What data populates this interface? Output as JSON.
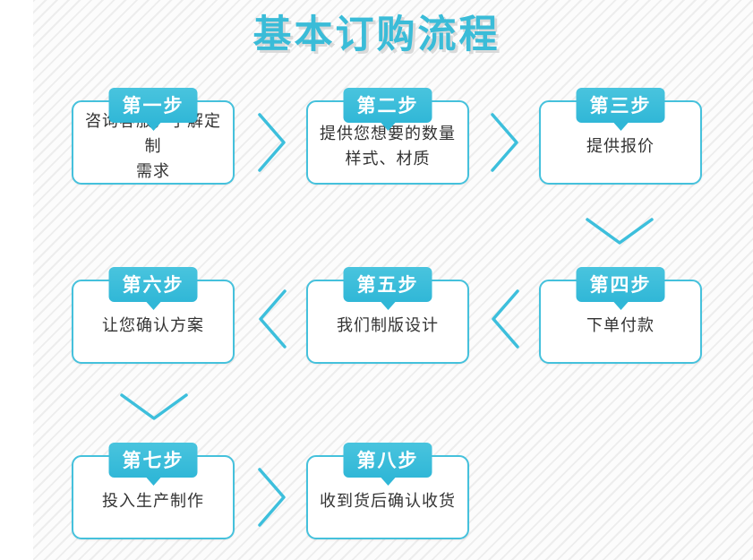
{
  "title": "基本订购流程",
  "colors": {
    "accent": "#3abcd8",
    "badge_top": "#49c4de",
    "badge_bottom": "#30b7d7",
    "box_border": "#45c1dc",
    "text": "#333333",
    "stripe": "#ededed"
  },
  "steps": [
    {
      "label": "第一步",
      "text": "咨询客服，了解定制\n需求"
    },
    {
      "label": "第二步",
      "text": "提供您想要的数量\n样式、材质"
    },
    {
      "label": "第三步",
      "text": "提供报价"
    },
    {
      "label": "第四步",
      "text": "下单付款"
    },
    {
      "label": "第五步",
      "text": "我们制版设计"
    },
    {
      "label": "第六步",
      "text": "让您确认方案"
    },
    {
      "label": "第七步",
      "text": "投入生产制作"
    },
    {
      "label": "第八步",
      "text": "收到货后确认收货"
    }
  ]
}
